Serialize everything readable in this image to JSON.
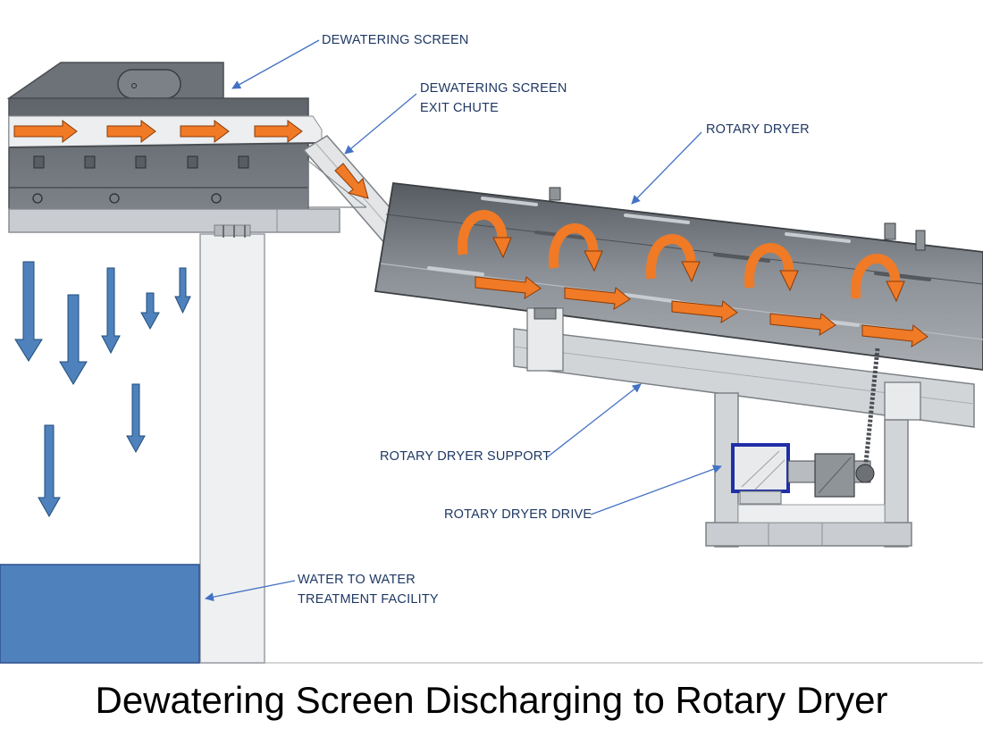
{
  "labels": {
    "dewatering_screen": "DEWATERING SCREEN",
    "exit_chute_line1": "DEWATERING SCREEN",
    "exit_chute_line2": "EXIT CHUTE",
    "rotary_dryer": "ROTARY DRYER",
    "rotary_dryer_support": "ROTARY DRYER SUPPORT",
    "rotary_dryer_drive": "ROTARY DRYER DRIVE",
    "water_line1": "WATER TO WATER",
    "water_line2": "TREATMENT FACILITY"
  },
  "caption": "Dewatering Screen Discharging to Rotary Dryer",
  "colors": {
    "steel_dark": "#6d7278",
    "steel_mid": "#9ea3a8",
    "steel_light": "#d6d8da",
    "flow_orange": "#f07a26",
    "water_blue": "#4f81bd",
    "callout_line": "#4472c4",
    "drive_blue": "#1f2fa8"
  }
}
